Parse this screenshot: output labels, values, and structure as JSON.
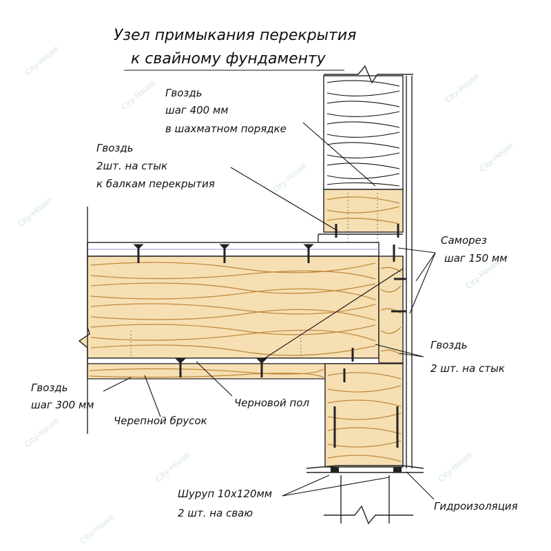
{
  "title": {
    "line1": "Узел примыкания перекрытия",
    "line2": "к свайному фундаменту"
  },
  "labels": {
    "nail_step400": [
      "Гвоздь",
      "шаг 400 мм",
      "в шахматном порядке"
    ],
    "nail_2pcs_joist": [
      "Гвоздь",
      "2шт. на стык",
      "к балкам перекрытия"
    ],
    "screw_step150": [
      "Саморез",
      "шаг 150 мм"
    ],
    "nail_2pcs_joint": [
      "Гвоздь",
      "2 шт. на стык"
    ],
    "nail_step300": [
      "Гвоздь",
      "шаг 300 мм"
    ],
    "subfloor": "Черновой пол",
    "cranial_bar": "Черепной брусок",
    "screw_10x120": [
      "Шуруп 10х120мм",
      "2 шт. на сваю"
    ],
    "waterproofing": "Гидроизоляция"
  },
  "watermark": "City-House",
  "colors": {
    "wood": "#f6dfb3",
    "grain": "#c08a3d",
    "insulation": "#ffffff",
    "line": "#222222",
    "watermark": "#7fb6a0"
  }
}
